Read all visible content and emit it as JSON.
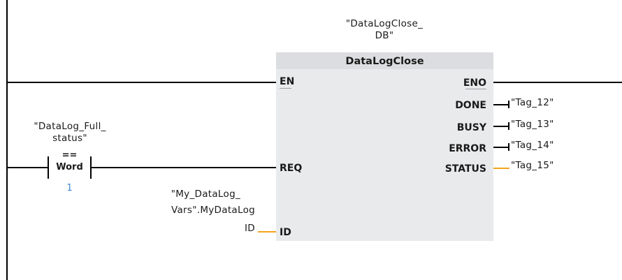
{
  "instance_db": {
    "line1": "\"DataLogClose_",
    "line2": "DB\""
  },
  "block": {
    "title": "DataLogClose",
    "inputs": {
      "en": "EN",
      "req": "REQ",
      "id": "ID"
    },
    "outputs": {
      "eno": "ENO",
      "done": "DONE",
      "busy": "BUSY",
      "error": "ERROR",
      "status": "STATUS"
    }
  },
  "output_tags": {
    "done": "\"Tag_12\"",
    "busy": "\"Tag_13\"",
    "error": "\"Tag_14\"",
    "status": "\"Tag_15\""
  },
  "compare_contact": {
    "operand_line1": "\"DataLog_Full_",
    "operand_line2": "status\"",
    "operator": "==",
    "type": "Word",
    "compare_value": "1"
  },
  "id_operand": {
    "line1": "\"My_DataLog_",
    "line2": "Vars\".MyDataLog",
    "line3": "ID"
  },
  "colors": {
    "wire": "#000000",
    "data_wire": "#f4a31c",
    "block_body": "#e9eaec",
    "block_header": "#dcdde0",
    "constant": "#3b86d6"
  }
}
